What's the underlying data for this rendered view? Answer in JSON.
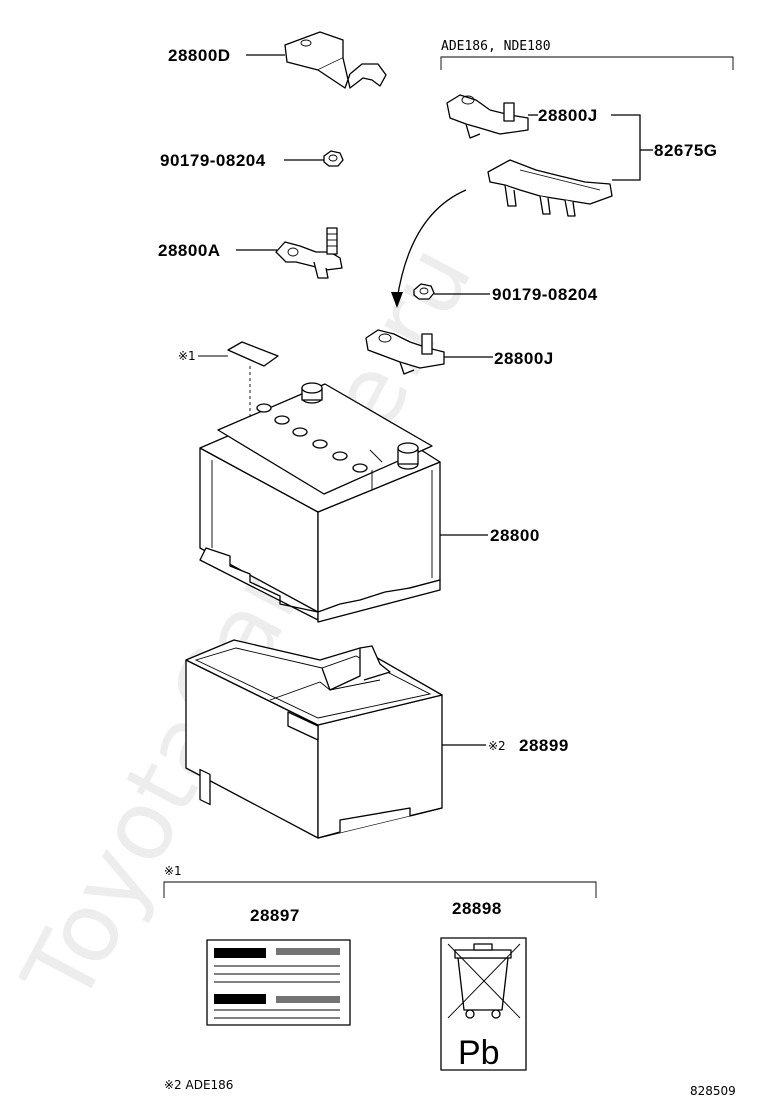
{
  "watermark": "ToyotaCarMine.ru",
  "group_label": "ADE186, NDE180",
  "parts": {
    "p28800D": "28800D",
    "p90179_top": "90179-08204",
    "p28800A": "28800A",
    "p28800J_top": "28800J",
    "p82675G": "82675G",
    "p90179_mid": "90179-08204",
    "p28800J_mid": "28800J",
    "p28800": "28800",
    "p28899": "28899",
    "p28897": "28897",
    "p28898": "28898"
  },
  "notes": {
    "mark1": "※1",
    "mark2": "※2",
    "section_mark": "※1",
    "footnote": "※2 ADE186"
  },
  "diagram_id": "828509",
  "recycle_label_text": "Pb"
}
